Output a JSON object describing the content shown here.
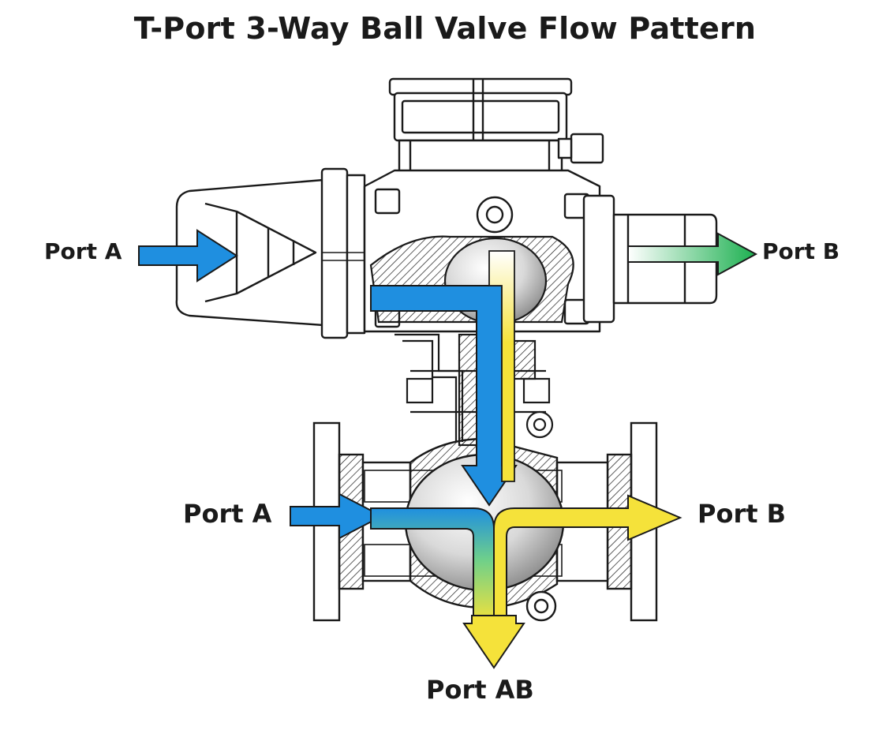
{
  "title": "T-Port 3-Way Ball Valve Flow Pattern",
  "ports": {
    "top_a": "Port A",
    "top_b": "Port B",
    "bottom_a": "Port A",
    "bottom_b": "Port B",
    "bottom_ab": "Port AB"
  },
  "colors": {
    "line": "#1a1a1a",
    "flow_blue": "#1f8fe0",
    "flow_yellow": "#f5e23a",
    "flow_green": "#1cb050",
    "ball_grey": "#cfcfcf"
  }
}
